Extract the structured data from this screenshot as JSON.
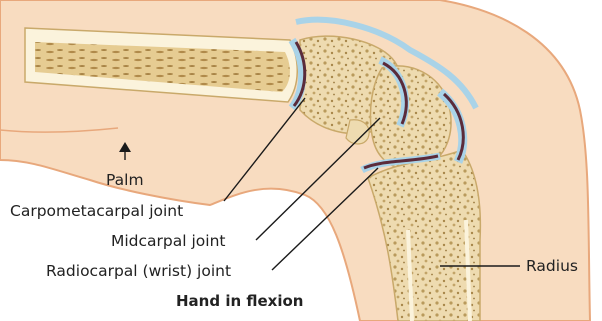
{
  "labels": {
    "palm": "Palm",
    "carpometacarpal": "Carpometacarpal joint",
    "midcarpal": "Midcarpal joint",
    "radiocarpal": "Radiocarpal (wrist) joint",
    "radius": "Radius"
  },
  "caption": "Hand in flexion",
  "colors": {
    "skin": "#f8dcc0",
    "skin_edge": "#e8a87c",
    "bone": "#eedbb0",
    "bone_spot": "#b99a5c",
    "cortex": "#fbf3dc",
    "cartilage": "#a9d3e8",
    "joint_gap": "#5b2b3a"
  }
}
